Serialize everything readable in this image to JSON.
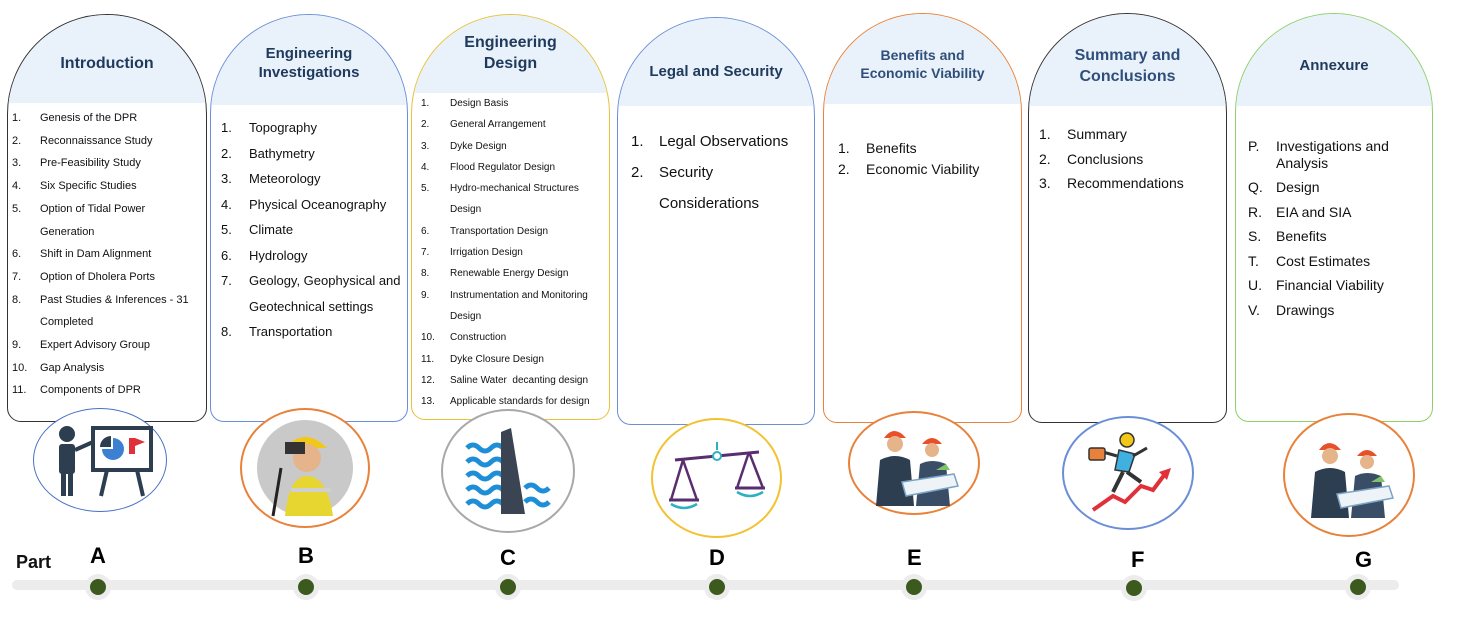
{
  "timeline": {
    "label": "Part",
    "colors": {
      "track": "#ececec",
      "node": "#3d5a1e"
    }
  },
  "parts": [
    {
      "letter": "A",
      "title": "Introduction",
      "icon": "presentation-board-icon",
      "border_color": "#333333",
      "ring_color": "#4a72c4",
      "items": [
        {
          "num": "1.",
          "text": "Genesis of the DPR"
        },
        {
          "num": "2.",
          "text": "Reconnaissance Study"
        },
        {
          "num": "3.",
          "text": "Pre-Feasibility Study"
        },
        {
          "num": "4.",
          "text": "Six Specific Studies"
        },
        {
          "num": "5.",
          "text": "Option of Tidal Power Generation"
        },
        {
          "num": "6.",
          "text": "Shift in Dam Alignment"
        },
        {
          "num": "7.",
          "text": "Option of Dholera Ports"
        },
        {
          "num": "8.",
          "text": "Past Studies & Inferences - 31 Completed"
        },
        {
          "num": "9.",
          "text": "Expert Advisory Group"
        },
        {
          "num": "10.",
          "text": "Gap Analysis"
        },
        {
          "num": "11.",
          "text": "Components of DPR"
        }
      ]
    },
    {
      "letter": "B",
      "title": "Engineering\nInvestigations",
      "icon": "surveyor-icon",
      "border_color": "#6b8fd6",
      "ring_color": "#e8823a",
      "items": [
        {
          "num": "1.",
          "text": "Topography"
        },
        {
          "num": "2.",
          "text": "Bathymetry"
        },
        {
          "num": "3.",
          "text": "Meteorology"
        },
        {
          "num": "4.",
          "text": "Physical Oceanography"
        },
        {
          "num": "5.",
          "text": "Climate"
        },
        {
          "num": "6.",
          "text": "Hydrology"
        },
        {
          "num": "7.",
          "text": "Geology, Geophysical and Geotechnical settings"
        },
        {
          "num": "8.",
          "text": "Transportation"
        }
      ]
    },
    {
      "letter": "C",
      "title": "Engineering\nDesign",
      "icon": "dam-water-icon",
      "border_color": "#e8c23a",
      "ring_color": "#a8a8a8",
      "items": [
        {
          "num": "1.",
          "text": "Design Basis"
        },
        {
          "num": "2.",
          "text": "General Arrangement"
        },
        {
          "num": "3.",
          "text": "Dyke Design"
        },
        {
          "num": "4.",
          "text": "Flood Regulator Design"
        },
        {
          "num": "5.",
          "text": "Hydro-mechanical Structures Design"
        },
        {
          "num": "6.",
          "text": "Transportation Design"
        },
        {
          "num": "7.",
          "text": "Irrigation Design"
        },
        {
          "num": "8.",
          "text": "Renewable Energy Design"
        },
        {
          "num": "9.",
          "text": "Instrumentation and Monitoring Design"
        },
        {
          "num": "10.",
          "text": "Construction"
        },
        {
          "num": "11.",
          "text": "Dyke Closure Design"
        },
        {
          "num": "12.",
          "text": "Saline Water  decanting design"
        },
        {
          "num": "13.",
          "text": "Applicable standards for design"
        }
      ]
    },
    {
      "letter": "D",
      "title": "Legal and Security",
      "icon": "scales-of-justice-icon",
      "border_color": "#6b8fd6",
      "ring_color": "#f2c230",
      "items": [
        {
          "num": "1.",
          "text": "Legal Observations"
        },
        {
          "num": "2.",
          "text": "Security Considerations"
        }
      ]
    },
    {
      "letter": "E",
      "title": "Benefits and\nEconomic Viability",
      "icon": "engineers-icon",
      "border_color": "#e8823a",
      "ring_color": "#e8823a",
      "items": [
        {
          "num": "1.",
          "text": "Benefits"
        },
        {
          "num": "2.",
          "text": "Economic Viability"
        }
      ]
    },
    {
      "letter": "F",
      "title": "Summary and\nConclusions",
      "icon": "growth-runner-icon",
      "border_color": "#333333",
      "ring_color": "#6b8fd6",
      "items": [
        {
          "num": "1.",
          "text": "Summary"
        },
        {
          "num": "2.",
          "text": "Conclusions"
        },
        {
          "num": "3.",
          "text": "Recommendations"
        }
      ]
    },
    {
      "letter": "G",
      "title": "Annexure",
      "icon": "engineers-icon",
      "border_color": "#8fcf6b",
      "ring_color": "#e8823a",
      "items": [
        {
          "num": "P.",
          "text": "Investigations and Analysis"
        },
        {
          "num": "Q.",
          "text": "Design"
        },
        {
          "num": "R.",
          "text": "EIA and SIA"
        },
        {
          "num": "S.",
          "text": "Benefits"
        },
        {
          "num": "T.",
          "text": "Cost Estimates"
        },
        {
          "num": "U.",
          "text": "Financial Viability"
        },
        {
          "num": "V.",
          "text": "Drawings"
        }
      ]
    }
  ]
}
